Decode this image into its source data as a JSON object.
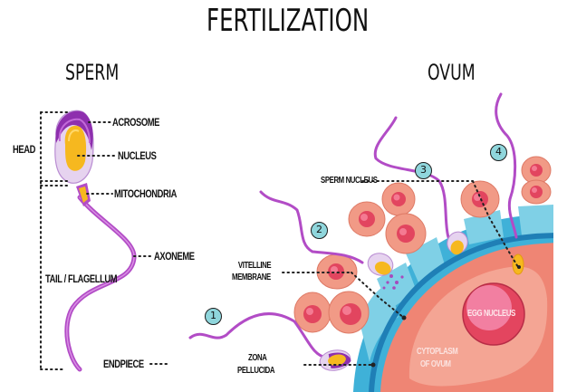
{
  "title": "FERTILIZATION",
  "sections": {
    "sperm": "SPERM",
    "ovum": "OVUM"
  },
  "sperm_labels": {
    "head": "HEAD",
    "acrosome": "ACROSOME",
    "nucleus": "NUCLEUS",
    "mitochondria": "MITOCHONDRIA",
    "axoneme": "AXONEME",
    "tail": "TAIL / FLAGELLUM",
    "endpiece": "ENDPIECE"
  },
  "ovum_labels": {
    "sperm_nucleus": "SPERM NUCLEUS",
    "vitelline_line1": "VITELLINE",
    "vitelline_line2": "MEMBRANE",
    "zona_line1": "ZONA",
    "zona_line2": "PELLUCIDA",
    "egg_nucleus": "EGG NUCLEUS",
    "cytoplasm_line1": "CYTOPLASM",
    "cytoplasm_line2": "OF OVUM"
  },
  "steps": [
    "1",
    "2",
    "3",
    "4"
  ],
  "colors": {
    "sperm_purple": "#b24cc6",
    "acrosome": "#8e2fae",
    "nucleus_yellow": "#f6b81f",
    "head_lavender": "#e6d3ef",
    "corona_cell": "#f19a86",
    "corona_nucleus": "#e2455f",
    "zona_blue": "#3fb1d8",
    "zona_light": "#7fd0e6",
    "cytoplasm": "#ef8574",
    "cytoplasm_light": "#f4a594",
    "egg_nucleus": "#e3455f",
    "egg_nucleus_light": "#f27fa1",
    "badge_teal": "#8fd6dc"
  }
}
